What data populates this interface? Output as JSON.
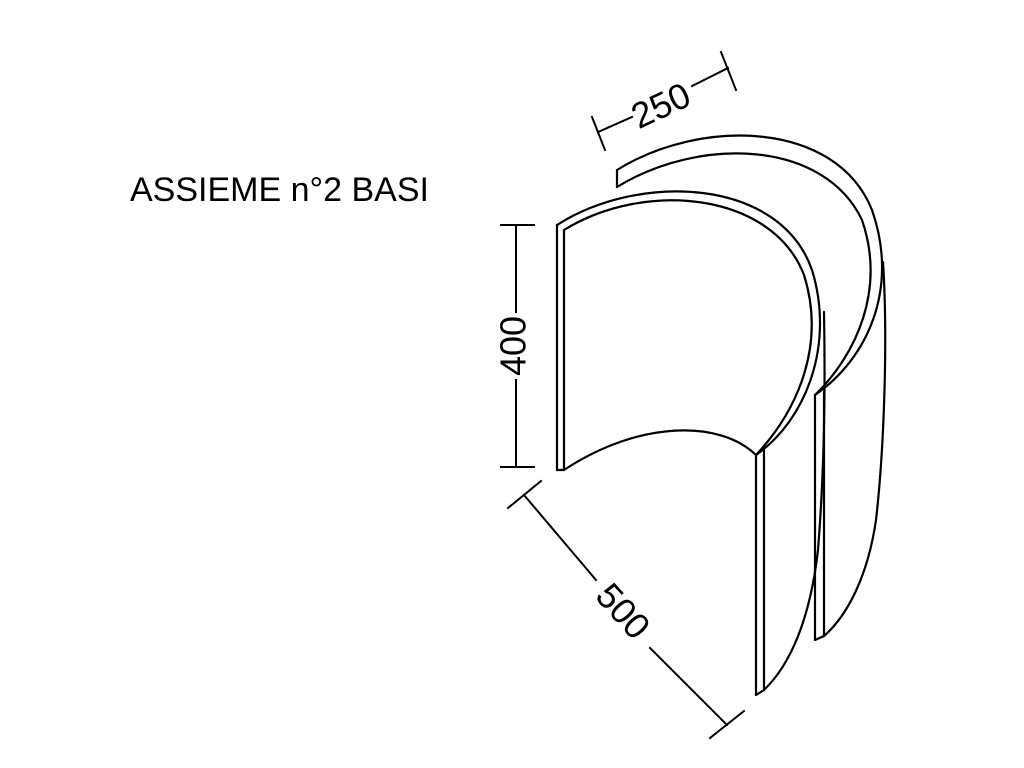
{
  "drawing": {
    "title": "ASSIEME n°2 BASI",
    "dimensions": {
      "width": "250",
      "height": "400",
      "length": "500"
    }
  }
}
